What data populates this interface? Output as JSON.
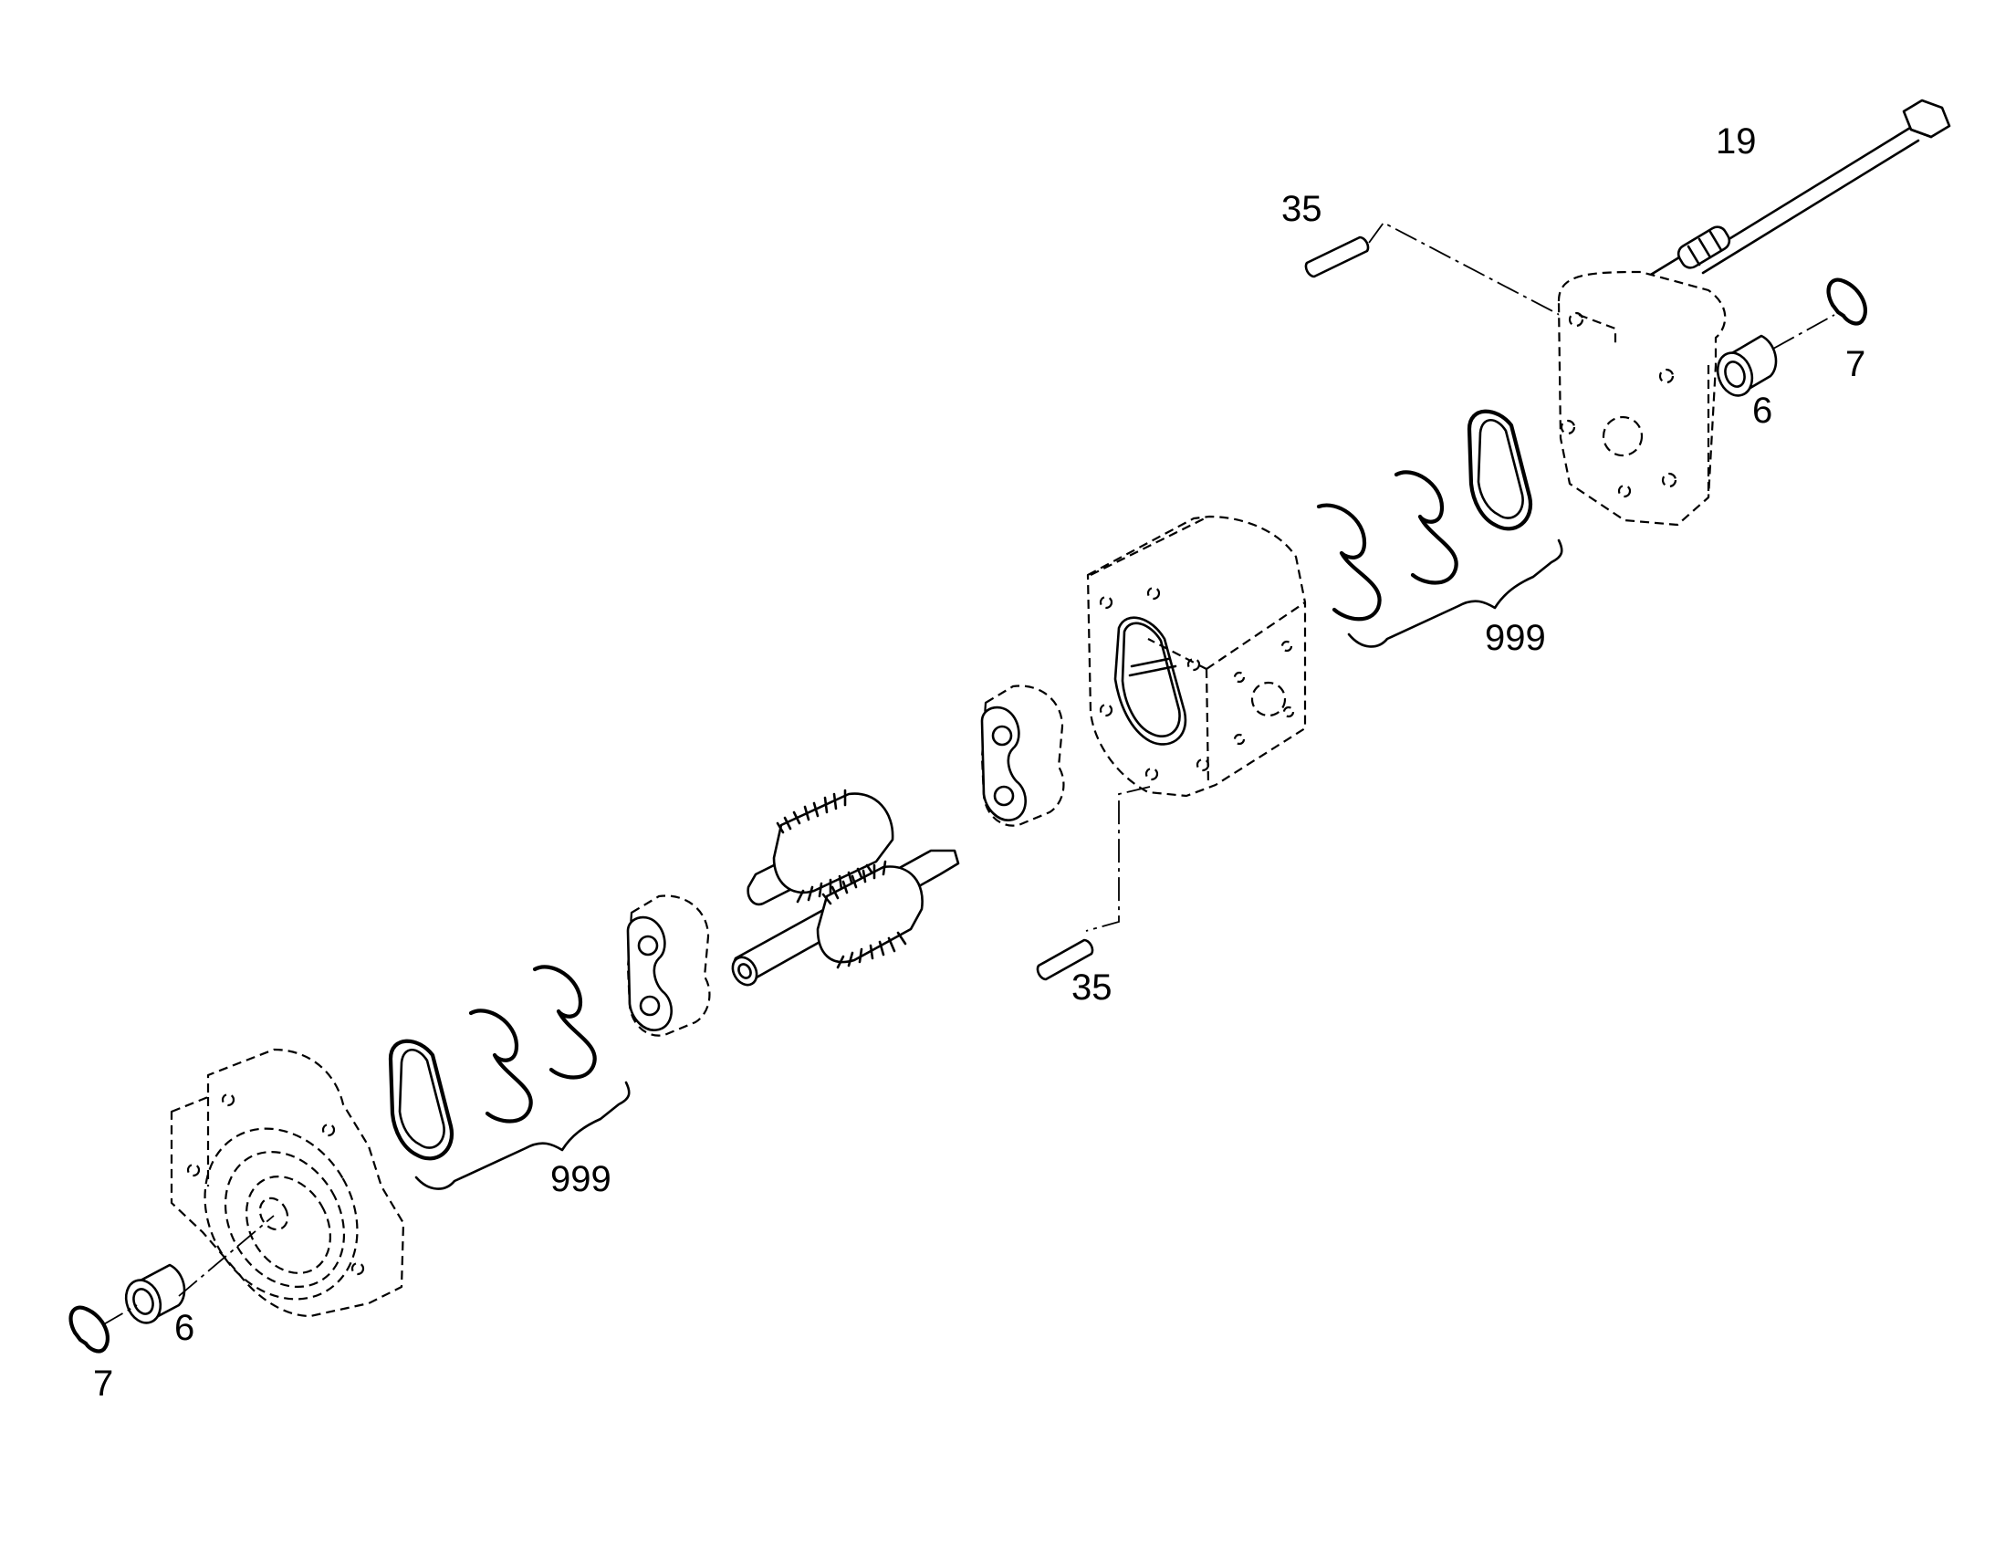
{
  "callouts": {
    "bolt": "19",
    "dowel_top": "35",
    "dowel_bottom": "35",
    "bearing_right": "6",
    "circlip_right": "7",
    "seal_kit_right": "999",
    "seal_kit_left": "999",
    "bearing_left": "6",
    "circlip_left": "7"
  }
}
